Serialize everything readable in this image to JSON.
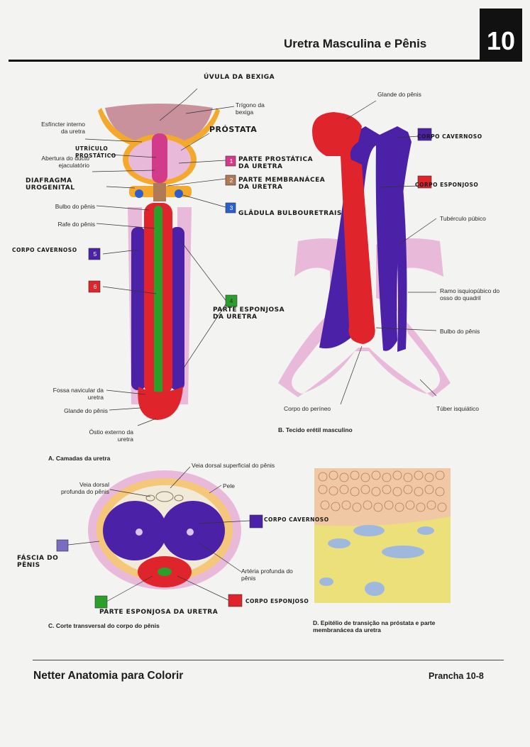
{
  "header": {
    "title": "Uretra Masculina e Pênis",
    "chapter": "10"
  },
  "panel_a": {
    "caption": "A. Camadas da uretra",
    "labels": {
      "uvula": "ÚVULA DA BEXIGA",
      "trigono": "Trígono da bexiga",
      "esfincter": "Esfíncter interno da uretra",
      "prostata": "PRÓSTATA",
      "utriculo": "UTRÍCULO PROSTÁTICO",
      "abertura": "Abertura do ducto ejaculatório",
      "diafragma": "DIAFRAGMA UROGENITAL",
      "bulbo": "Bulbo do pênis",
      "rafe": "Rafe do pênis",
      "corpo_cavernoso": "CORPO CAVERNOSO",
      "parte_prostatica": "PARTE PROSTÁTICA DA URETRA",
      "parte_membranacea": "PARTE MEMBRANÁCEA DA URETRA",
      "gladula": "GLÂDULA BULBOURETRAIS",
      "parte_esponjosa": "PARTE ESPONJOSA DA URETRA",
      "fossa": "Fossa navicular da uretra",
      "glande": "Glande do pênis",
      "ostio": "Óstio externo da uretra"
    },
    "keys": {
      "k1": "1",
      "k2": "2",
      "k3": "3",
      "k4": "4",
      "k5": "5",
      "k6": "6"
    }
  },
  "panel_b": {
    "caption": "B. Tecido erétil masculino",
    "labels": {
      "glande": "Glande do pênis",
      "corpo_cavernoso": "CORPO CAVERNOSO",
      "corpo_esponjoso": "CORPO ESPONJOSO",
      "tuberculo": "Tubérculo púbico",
      "ramo": "Ramo isquiopúbico do osso do quadril",
      "bulbo": "Bulbo do pênis",
      "perineo": "Corpo do períneo",
      "tuber": "Túber isquiático"
    }
  },
  "panel_c": {
    "caption": "C. Corte transversal do corpo do pênis",
    "labels": {
      "veia_sup": "Veia dorsal superficial do pênis",
      "veia_prof": "Veia dorsal profunda do pênis",
      "pele": "Pele",
      "corpo_cavernoso": "CORPO CAVERNOSO",
      "fascia": "FÁSCIA DO PÊNIS",
      "arteria": "Artéria profunda do pênis",
      "parte_esponjosa": "PARTE ESPONJOSA DA URETRA",
      "corpo_esponjoso": "CORPO ESPONJOSO"
    }
  },
  "panel_d": {
    "caption": "D. Epitélio de transição na próstata e parte membranácea da uretra"
  },
  "footer": {
    "book": "Netter Anatomia para Colorir",
    "plate": "Prancha 10-8"
  },
  "colors": {
    "paper": "#f3f3f1",
    "red": "#e0242c",
    "purple": "#4b21a8",
    "green": "#2aa02a",
    "orange": "#f4a92c",
    "pink": "#e9b9da",
    "bladder": "#c8919b",
    "magenta": "#d23a8a",
    "blue": "#2b5fd0",
    "brown": "#b07a55",
    "yellow": "#ece07a"
  }
}
